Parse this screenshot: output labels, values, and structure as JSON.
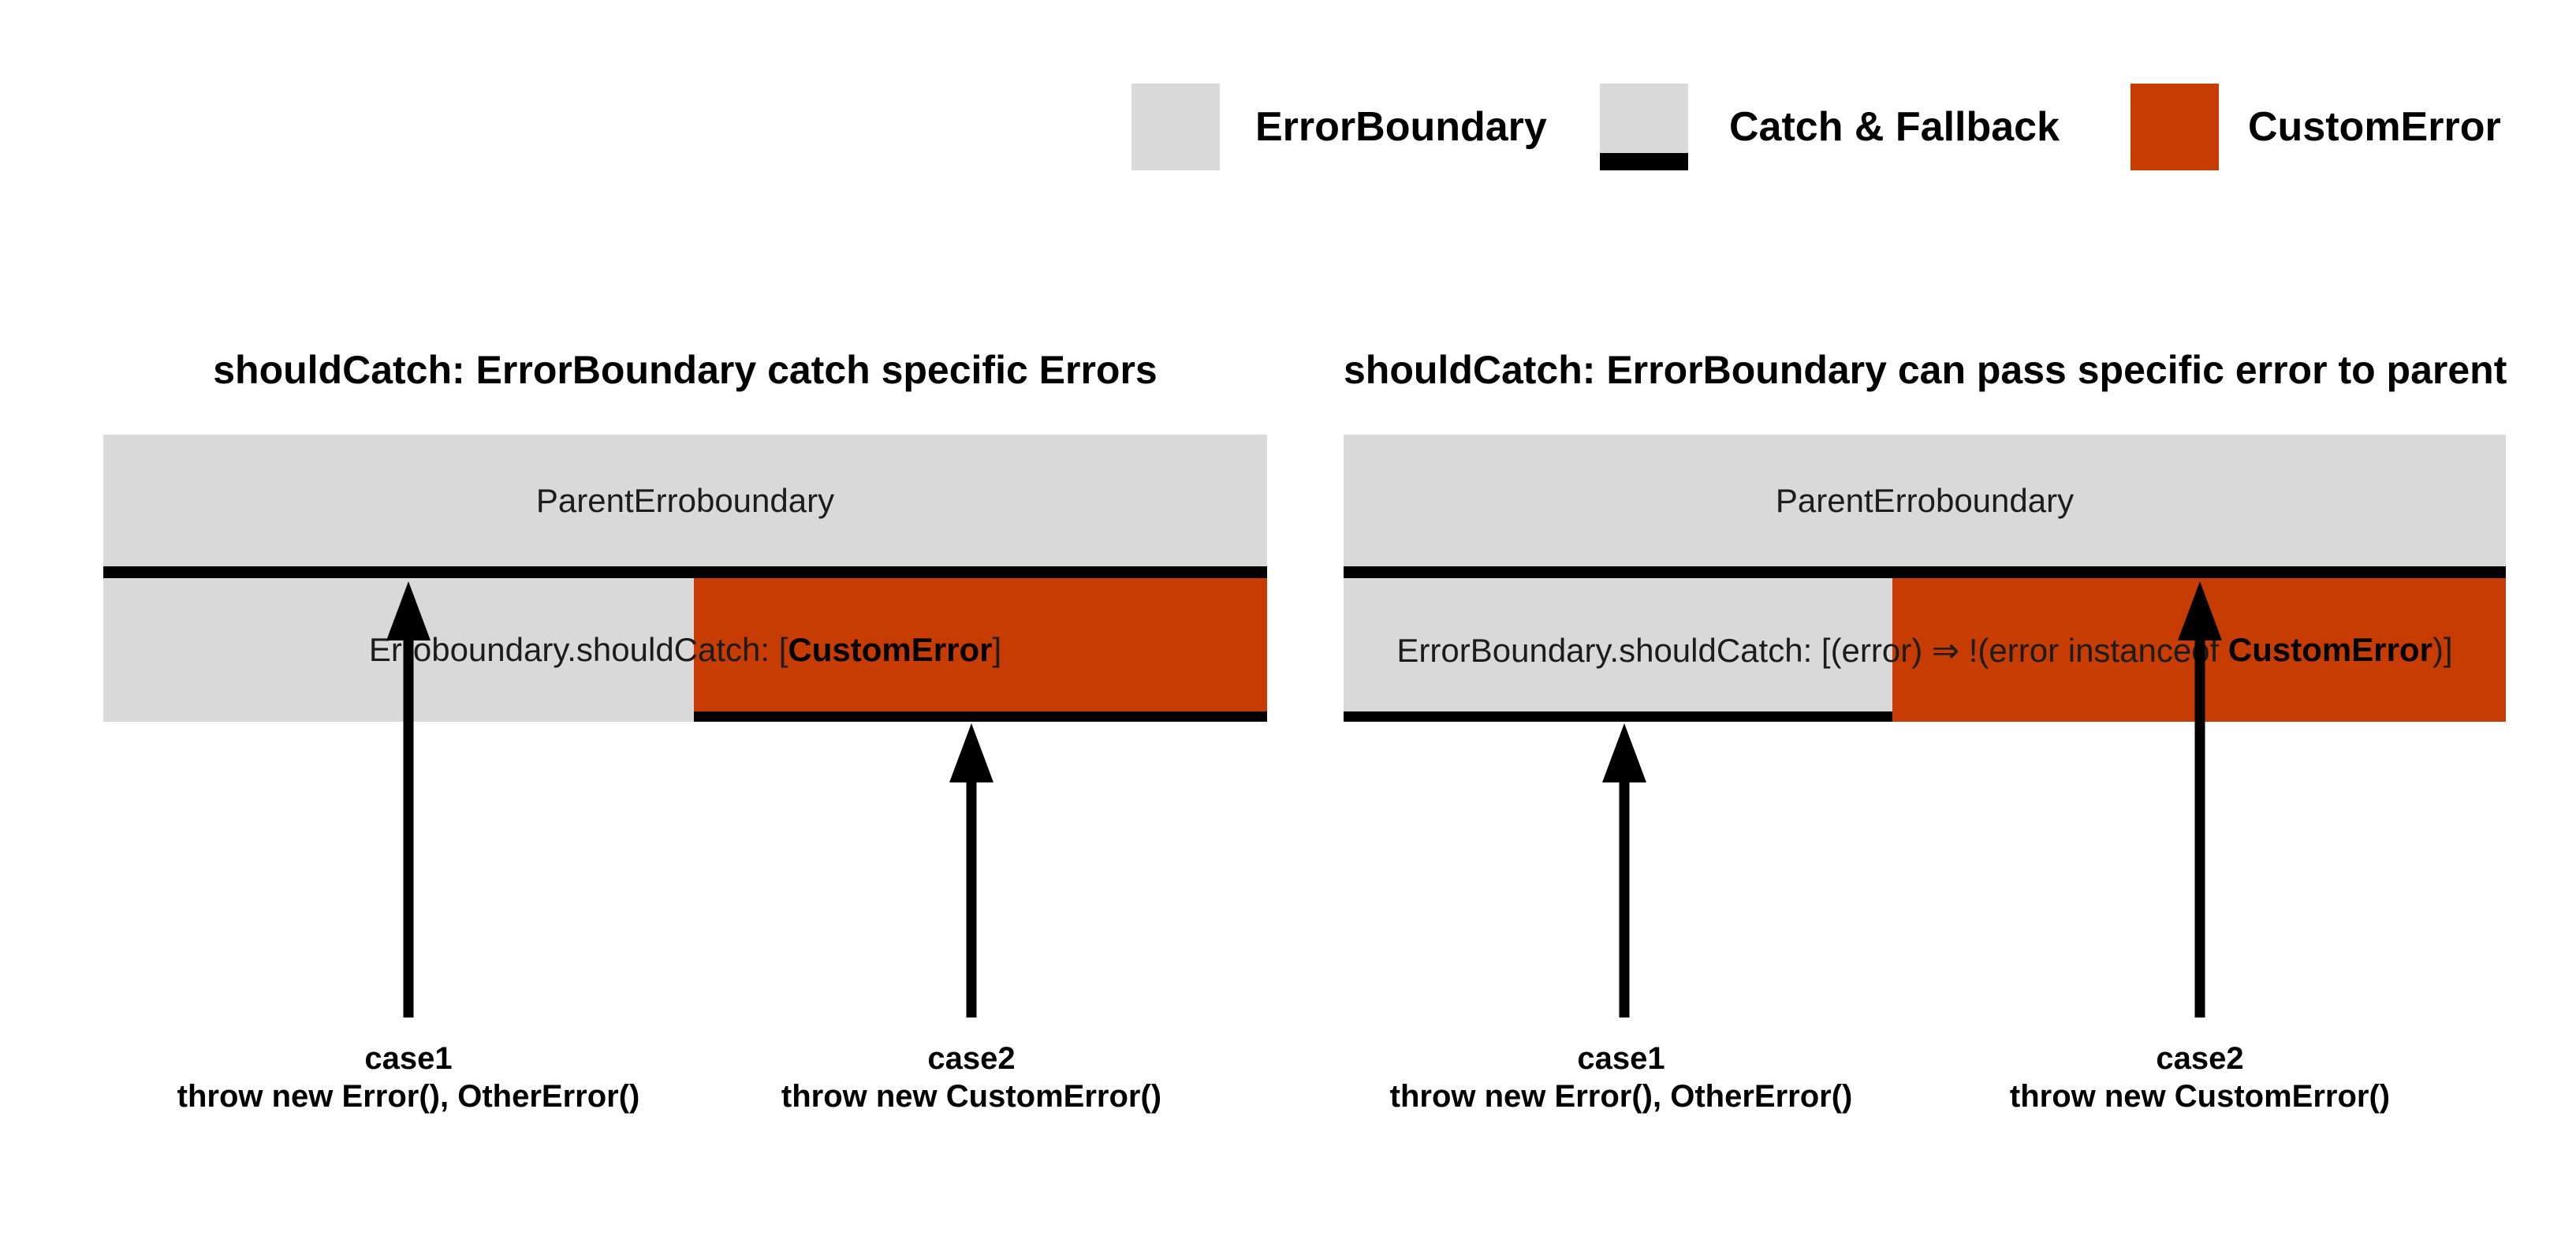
{
  "colors": {
    "background": "#ffffff",
    "gray": "#d9d9d9",
    "orange": "#c63c02",
    "ink": "#000000",
    "bar_text": "#1c1c1c"
  },
  "legend": {
    "items": [
      {
        "label": "ErrorBoundary",
        "swatch": "errorboundary-gray-box"
      },
      {
        "label": "Catch & Fallback",
        "swatch": "gray-box-with-black-bottom"
      },
      {
        "label": "CustomError",
        "swatch": "orange-box"
      }
    ]
  },
  "diagrams": [
    {
      "title": "shouldCatch: ErrorBoundary catch specific Errors",
      "parent_label": "ParentErroboundary",
      "child_label": {
        "prefix": "Erroboundary.shouldCatch: [",
        "bold": "CustomError",
        "suffix": "]"
      },
      "cases": [
        {
          "name": "case1",
          "code": "throw new Error(), OtherError()"
        },
        {
          "name": "case2",
          "code": "throw new CustomError()"
        }
      ]
    },
    {
      "title": "shouldCatch: ErrorBoundary can pass specific error to parent",
      "parent_label": "ParentErroboundary",
      "child_label": {
        "prefix": "ErrorBoundary.shouldCatch: [(error) ⇒ !(error instanceof ",
        "bold": "CustomError",
        "suffix": ")]"
      },
      "cases": [
        {
          "name": "case1",
          "code": "throw new Error(), OtherError()"
        },
        {
          "name": "case2",
          "code": "throw new CustomError()"
        }
      ]
    }
  ]
}
